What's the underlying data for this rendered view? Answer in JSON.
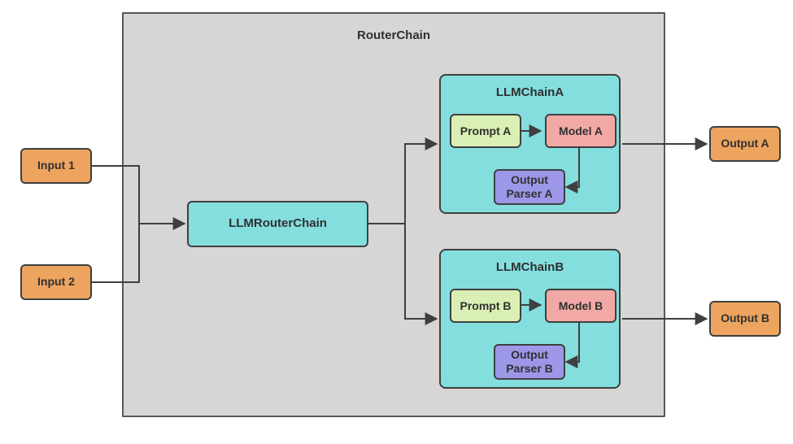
{
  "diagram": {
    "container_title": "RouterChain",
    "nodes": {
      "input1": {
        "label": "Input 1"
      },
      "input2": {
        "label": "Input 2"
      },
      "router": {
        "label": "LLMRouterChain"
      },
      "chainA": {
        "title": "LLMChainA",
        "prompt": "Prompt A",
        "model": "Model A",
        "parser": "Output Parser A"
      },
      "chainB": {
        "title": "LLMChainB",
        "prompt": "Prompt B",
        "model": "Model B",
        "parser": "Output Parser B"
      },
      "outputA": {
        "label": "Output A"
      },
      "outputB": {
        "label": "Output B"
      }
    },
    "edges": [
      {
        "from": "Input 1",
        "to": "LLMRouterChain"
      },
      {
        "from": "Input 2",
        "to": "LLMRouterChain"
      },
      {
        "from": "LLMRouterChain",
        "to": "LLMChainA"
      },
      {
        "from": "LLMRouterChain",
        "to": "LLMChainB"
      },
      {
        "from": "Prompt A",
        "to": "Model A"
      },
      {
        "from": "Model A",
        "to": "Output Parser A"
      },
      {
        "from": "Prompt B",
        "to": "Model B"
      },
      {
        "from": "Model B",
        "to": "Output Parser B"
      },
      {
        "from": "LLMChainA",
        "to": "Output A"
      },
      {
        "from": "LLMChainB",
        "to": "Output B"
      }
    ],
    "colors": {
      "container_fill": "#d6d6d6",
      "container_border": "#55585c",
      "io_fill": "#eda45f",
      "chain_fill": "#84dede",
      "prompt_fill": "#d9efb4",
      "model_fill": "#f2a9a6",
      "parser_fill": "#9d97e8",
      "node_border": "#3f3f3f",
      "edge": "#3f3f3f",
      "text": "#303030"
    }
  }
}
